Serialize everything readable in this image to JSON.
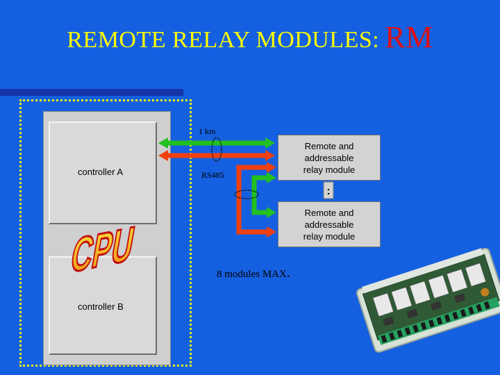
{
  "title": {
    "main": "REMOTE RELAY MODULES:",
    "accent": "RM"
  },
  "controllers": {
    "a": "controller A",
    "b": "controller B"
  },
  "cpu_label": "CPU",
  "distance_label": "1 km",
  "bus_label": "RS485",
  "modules": [
    {
      "lines": [
        "Remote and",
        "addressable",
        "relay module"
      ]
    },
    {
      "lines": [
        "Remote and",
        "addressable",
        "relay module"
      ]
    }
  ],
  "ellipsis": ":",
  "max_label": {
    "text": "8 modules MAX",
    "dot": "."
  },
  "colors": {
    "background": "#1560e0",
    "title": "#ffff00",
    "title_accent": "#e01010",
    "line_green": "#22c020",
    "line_red": "#f04010",
    "cpu_fill": "#f0c020",
    "cpu_outline": "#c01010"
  }
}
